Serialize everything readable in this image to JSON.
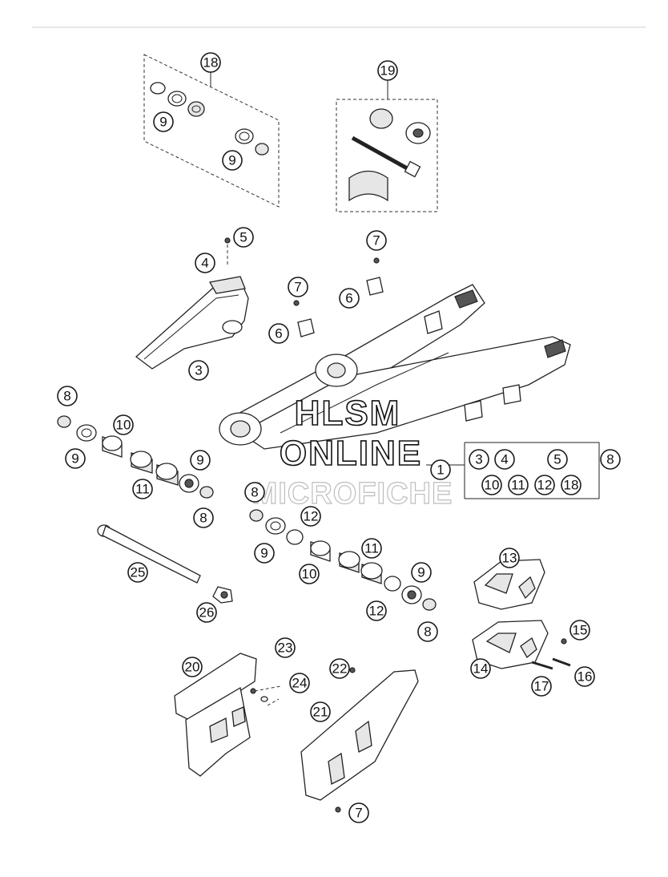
{
  "callouts": {
    "c1": "1",
    "c3a": "3",
    "c3b": "3",
    "c4a": "4",
    "c4b": "4",
    "c5a": "5",
    "c5b": "5",
    "c6a": "6",
    "c6b": "6",
    "c7a": "7",
    "c7b": "7",
    "c7c": "7",
    "c8a": "8",
    "c8b": "8",
    "c8c": "8",
    "c8d": "8",
    "c8e": "8",
    "c9a": "9",
    "c9b": "9",
    "c9c": "9",
    "c9d": "9",
    "c9e": "9",
    "c9f": "9",
    "c10a": "10",
    "c10b": "10",
    "c10c": "10",
    "c11a": "11",
    "c11b": "11",
    "c11c": "11",
    "c12a": "12",
    "c12b": "12",
    "c12c": "12",
    "c13": "13",
    "c14": "14",
    "c15": "15",
    "c16": "16",
    "c17": "17",
    "c18a": "18",
    "c18b": "18",
    "c19": "19",
    "c20": "20",
    "c21": "21",
    "c22": "22",
    "c23": "23",
    "c24": "24",
    "c25": "25",
    "c26": "26"
  },
  "watermark": {
    "line1": "HLSM",
    "line2": "ONLINE",
    "line3": "MICROFICHE"
  }
}
